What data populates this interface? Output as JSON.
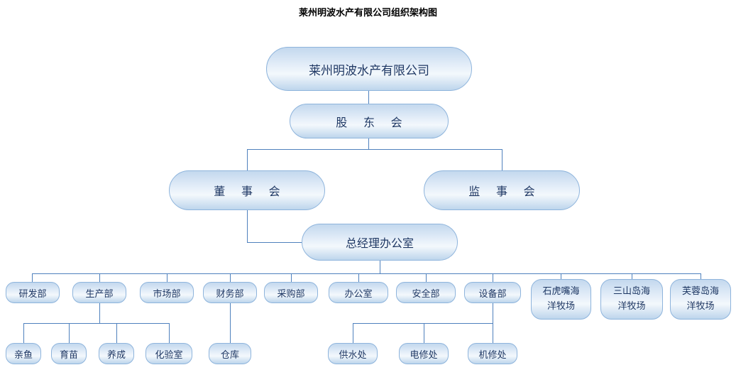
{
  "title": "莱州明波水产有限公司组织架构图",
  "colors": {
    "connector": "#4f81bd",
    "node_border": "#8eb4dc",
    "node_fill_light": "#f3f8fc",
    "node_fill_dark": "#bdd5ec",
    "text": "#1f3864"
  },
  "nodes": {
    "company": "莱州明波水产有限公司",
    "shareholders": "股 东 会",
    "board": "董 事 会",
    "supervisory": "监 事 会",
    "gm_office": "总经理办公室",
    "dept_rd": "研发部",
    "dept_production": "生产部",
    "dept_marketing": "市场部",
    "dept_finance": "财务部",
    "dept_purchasing": "采购部",
    "dept_office": "办公室",
    "dept_safety": "安全部",
    "dept_equipment": "设备部",
    "ranch_shihuzui": "石虎嘴海洋牧场",
    "ranch_sanshandao": "三山岛海洋牧场",
    "ranch_furongdao": "芙蓉岛海洋牧场",
    "sub_broodstock": "亲鱼",
    "sub_seedling": "育苗",
    "sub_growout": "养成",
    "sub_lab": "化验室",
    "sub_warehouse": "仓库",
    "sub_water_supply": "供水处",
    "sub_electrical_repair": "电修处",
    "sub_machine_repair": "机修处"
  }
}
